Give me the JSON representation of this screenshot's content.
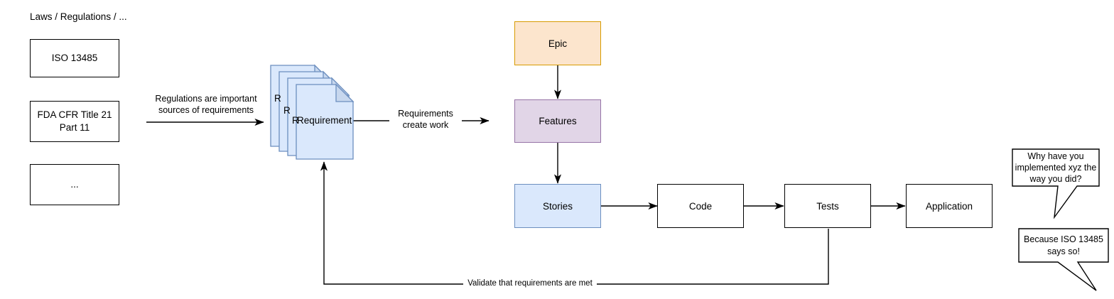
{
  "diagram": {
    "title_caption": "Laws / Regulations / ...",
    "sources": [
      {
        "label": "ISO 13485"
      },
      {
        "label": "FDA CFR Title 21\nPart 11"
      },
      {
        "label": "..."
      }
    ],
    "requirement_stack": {
      "front_label": "Requirement",
      "back_labels": [
        "R",
        "R",
        "R"
      ],
      "count": 4,
      "fill": "#dae8fc",
      "stroke": "#6c8ebf",
      "fold_fill": "#c7d7ee"
    },
    "stages": [
      {
        "label": "Epic",
        "fill": "#fce5cd",
        "stroke": "#d79b00"
      },
      {
        "label": "Features",
        "fill": "#e1d5e7",
        "stroke": "#9673a6"
      },
      {
        "label": "Stories",
        "fill": "#dae8fc",
        "stroke": "#6c8ebf"
      },
      {
        "label": "Code",
        "fill": "#ffffff",
        "stroke": "#000000"
      },
      {
        "label": "Tests",
        "fill": "#ffffff",
        "stroke": "#000000"
      },
      {
        "label": "Application",
        "fill": "#ffffff",
        "stroke": "#000000"
      }
    ],
    "edges": [
      {
        "label": "Regulations are important\nsources of requirements"
      },
      {
        "label": "Requirements\ncreate work"
      },
      {
        "label": "Validate that requirements are met"
      }
    ],
    "bubbles": [
      {
        "text": "Why have you\nimplemented xyz the\nway you did?"
      },
      {
        "text": "Because ISO 13485\nsays so!"
      }
    ]
  }
}
